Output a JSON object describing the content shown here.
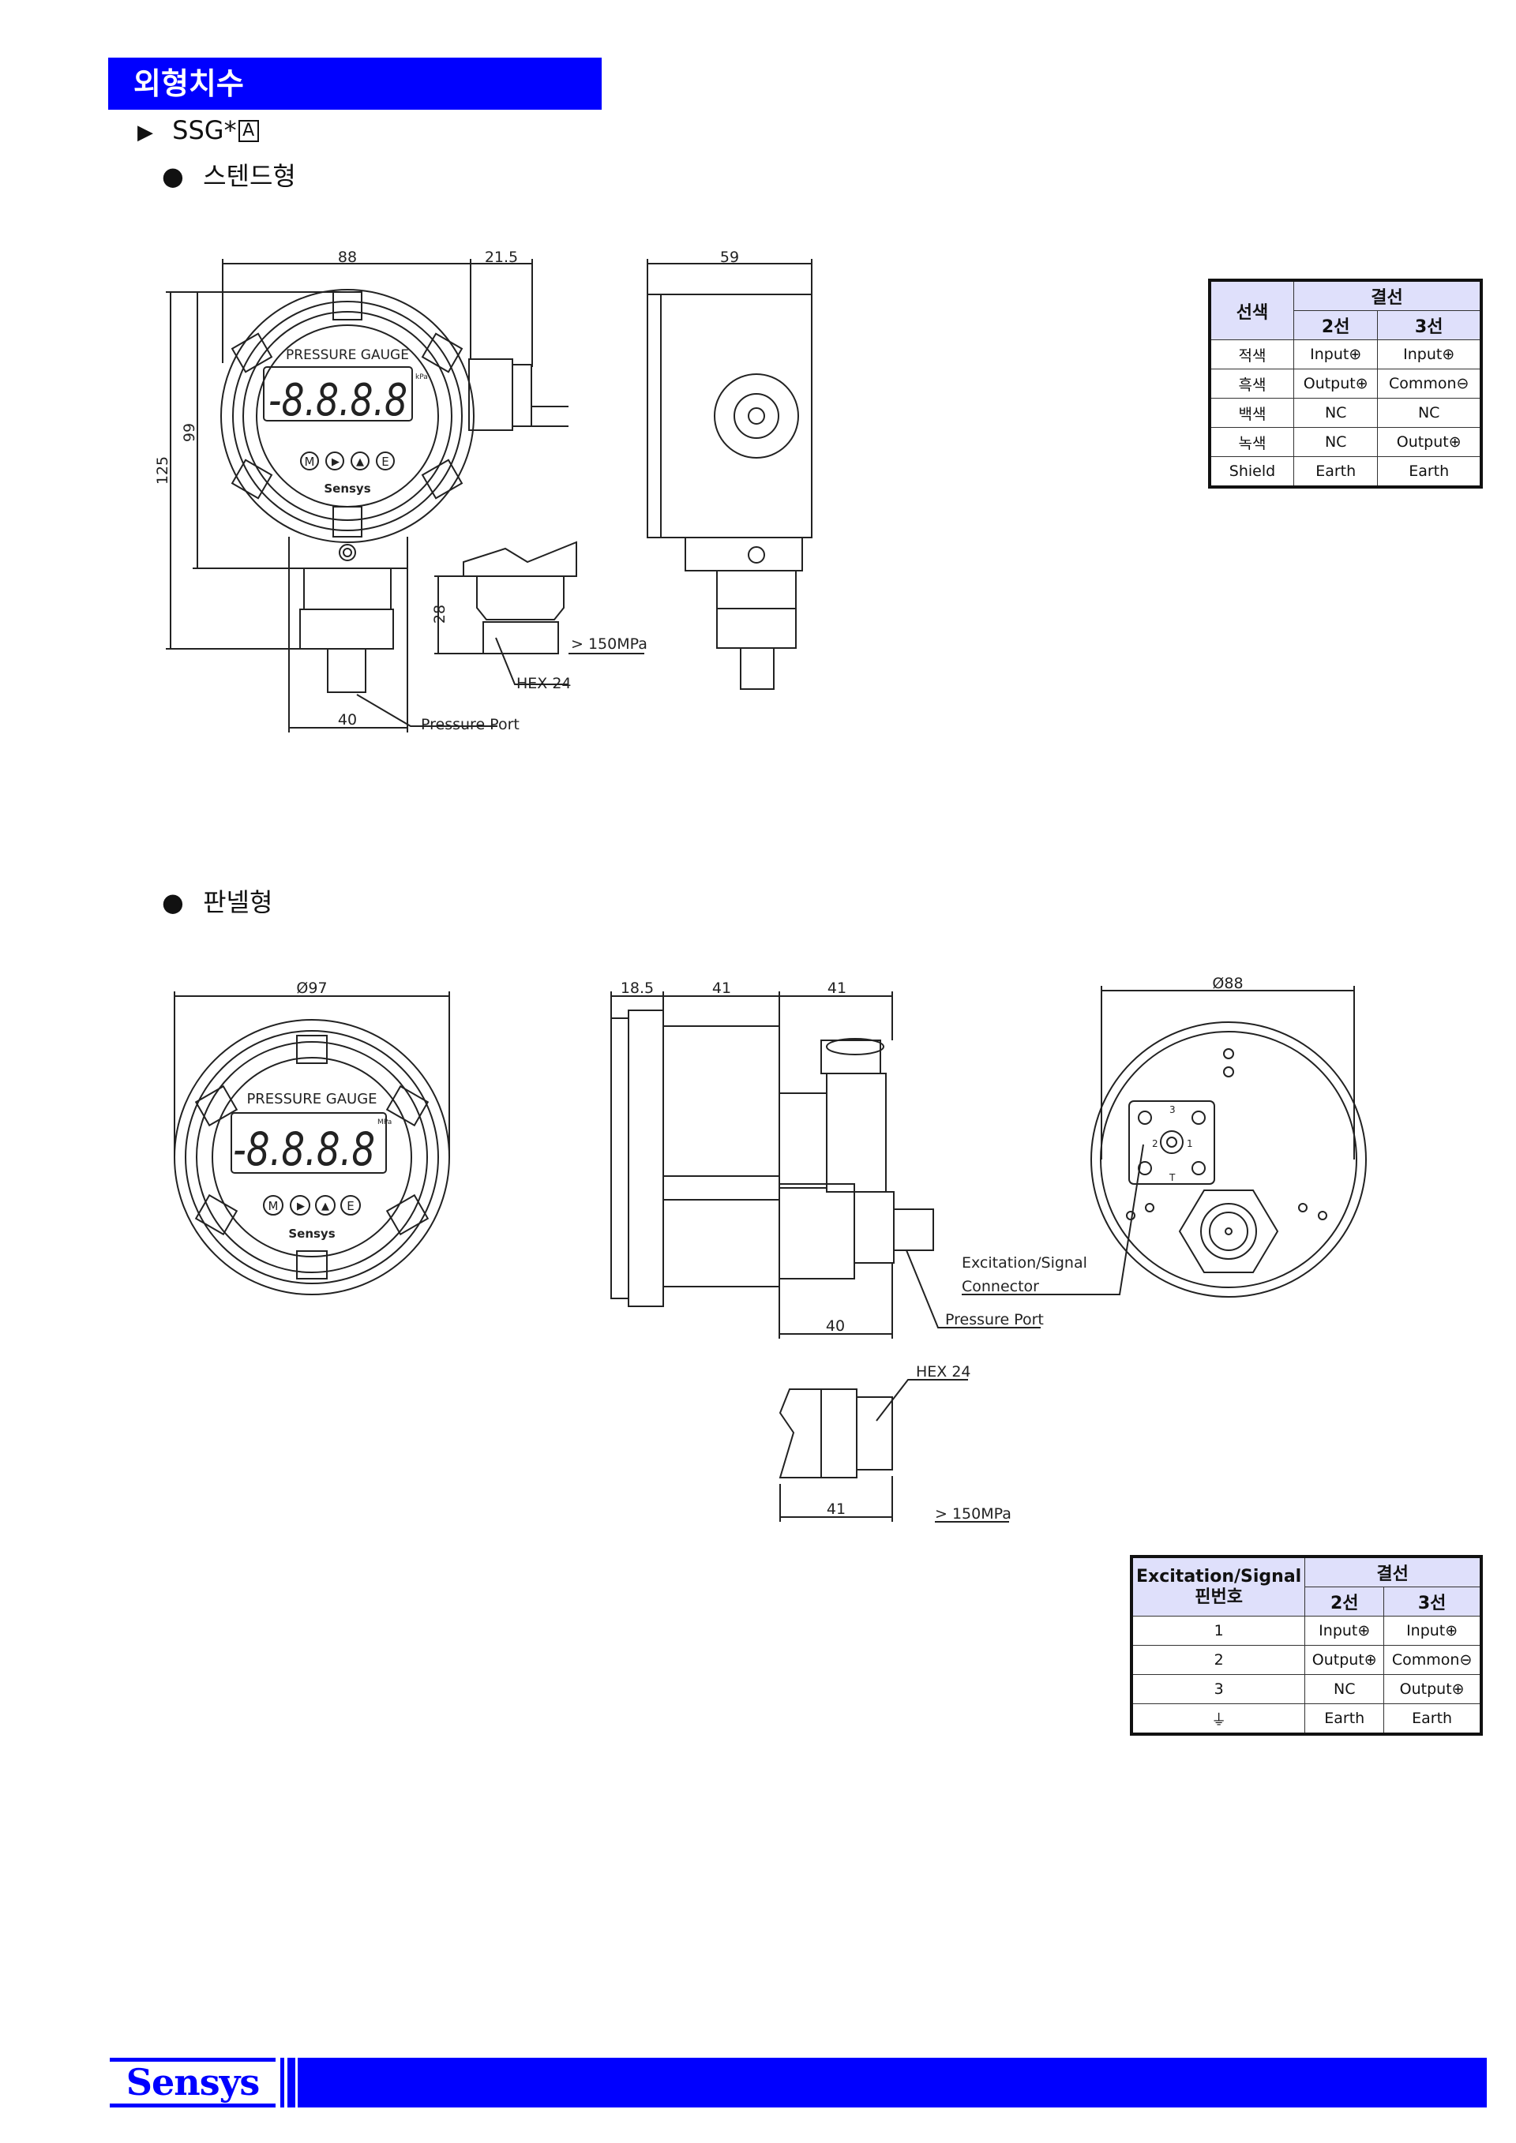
{
  "header": {
    "title": "외형치수"
  },
  "model": {
    "prefix": "SSG*",
    "boxed_letter": "A"
  },
  "sections": {
    "standard": "스텐드형",
    "panel": "판넬형"
  },
  "standard_drawing": {
    "dim_width": "88",
    "dim_cable": "21.5",
    "dim_side": "59",
    "dim_height_total": "125",
    "dim_height_body": "99",
    "dim_port_width": "40",
    "dim_hex_height": "28",
    "hex_label": "HEX 24",
    "pressure_note": "> 150MPa",
    "pressure_port": "Pressure Port",
    "face_title": "PRESSURE GAUGE",
    "display": "-8.8.8.8",
    "unit": "kPa",
    "buttons": [
      "M",
      "▶",
      "▲",
      "E"
    ],
    "face_brand": "Sensys"
  },
  "panel_drawing": {
    "dim_front_dia": "Ø97",
    "dim_flange": "18.5",
    "dim_body": "41",
    "dim_connector": "41",
    "dim_port": "40",
    "dim_back_dia": "Ø88",
    "connector_label_line1": "Excitation/Signal",
    "connector_label_line2": "Connector",
    "pressure_port": "Pressure Port",
    "hex_label": "HEX 24",
    "dim_hex": "41",
    "pressure_note": "> 150MPa",
    "face_title": "PRESSURE GAUGE",
    "display": "-8.8.8.8",
    "unit": "MPa",
    "buttons": [
      "M",
      "▶",
      "▲",
      "E"
    ],
    "face_brand": "Sensys",
    "pins": [
      "1",
      "2",
      "3",
      "T"
    ]
  },
  "wire_table": {
    "col_color": "선색",
    "group": "결선",
    "col_2wire": "2선",
    "col_3wire": "3선",
    "rows": [
      {
        "color": "적색",
        "w2": "Input⊕",
        "w3": "Input⊕"
      },
      {
        "color": "흑색",
        "w2": "Output⊕",
        "w3": "Common⊖"
      },
      {
        "color": "백색",
        "w2": "NC",
        "w3": "NC"
      },
      {
        "color": "녹색",
        "w2": "NC",
        "w3": "Output⊕"
      },
      {
        "color": "Shield",
        "w2": "Earth",
        "w3": "Earth"
      }
    ]
  },
  "pin_table": {
    "col_pin_line1": "Excitation/Signal",
    "col_pin_line2": "핀번호",
    "group": "결선",
    "col_2wire": "2선",
    "col_3wire": "3선",
    "rows": [
      {
        "pin": "1",
        "w2": "Input⊕",
        "w3": "Input⊕"
      },
      {
        "pin": "2",
        "w2": "Output⊕",
        "w3": "Common⊖"
      },
      {
        "pin": "3",
        "w2": "NC",
        "w3": "Output⊕"
      },
      {
        "pin": "⏚",
        "w2": "Earth",
        "w3": "Earth"
      }
    ]
  },
  "footer": {
    "brand": "Sensys"
  },
  "colors": {
    "brand_blue": "#0000ff",
    "table_header": "#dfe0fb"
  }
}
